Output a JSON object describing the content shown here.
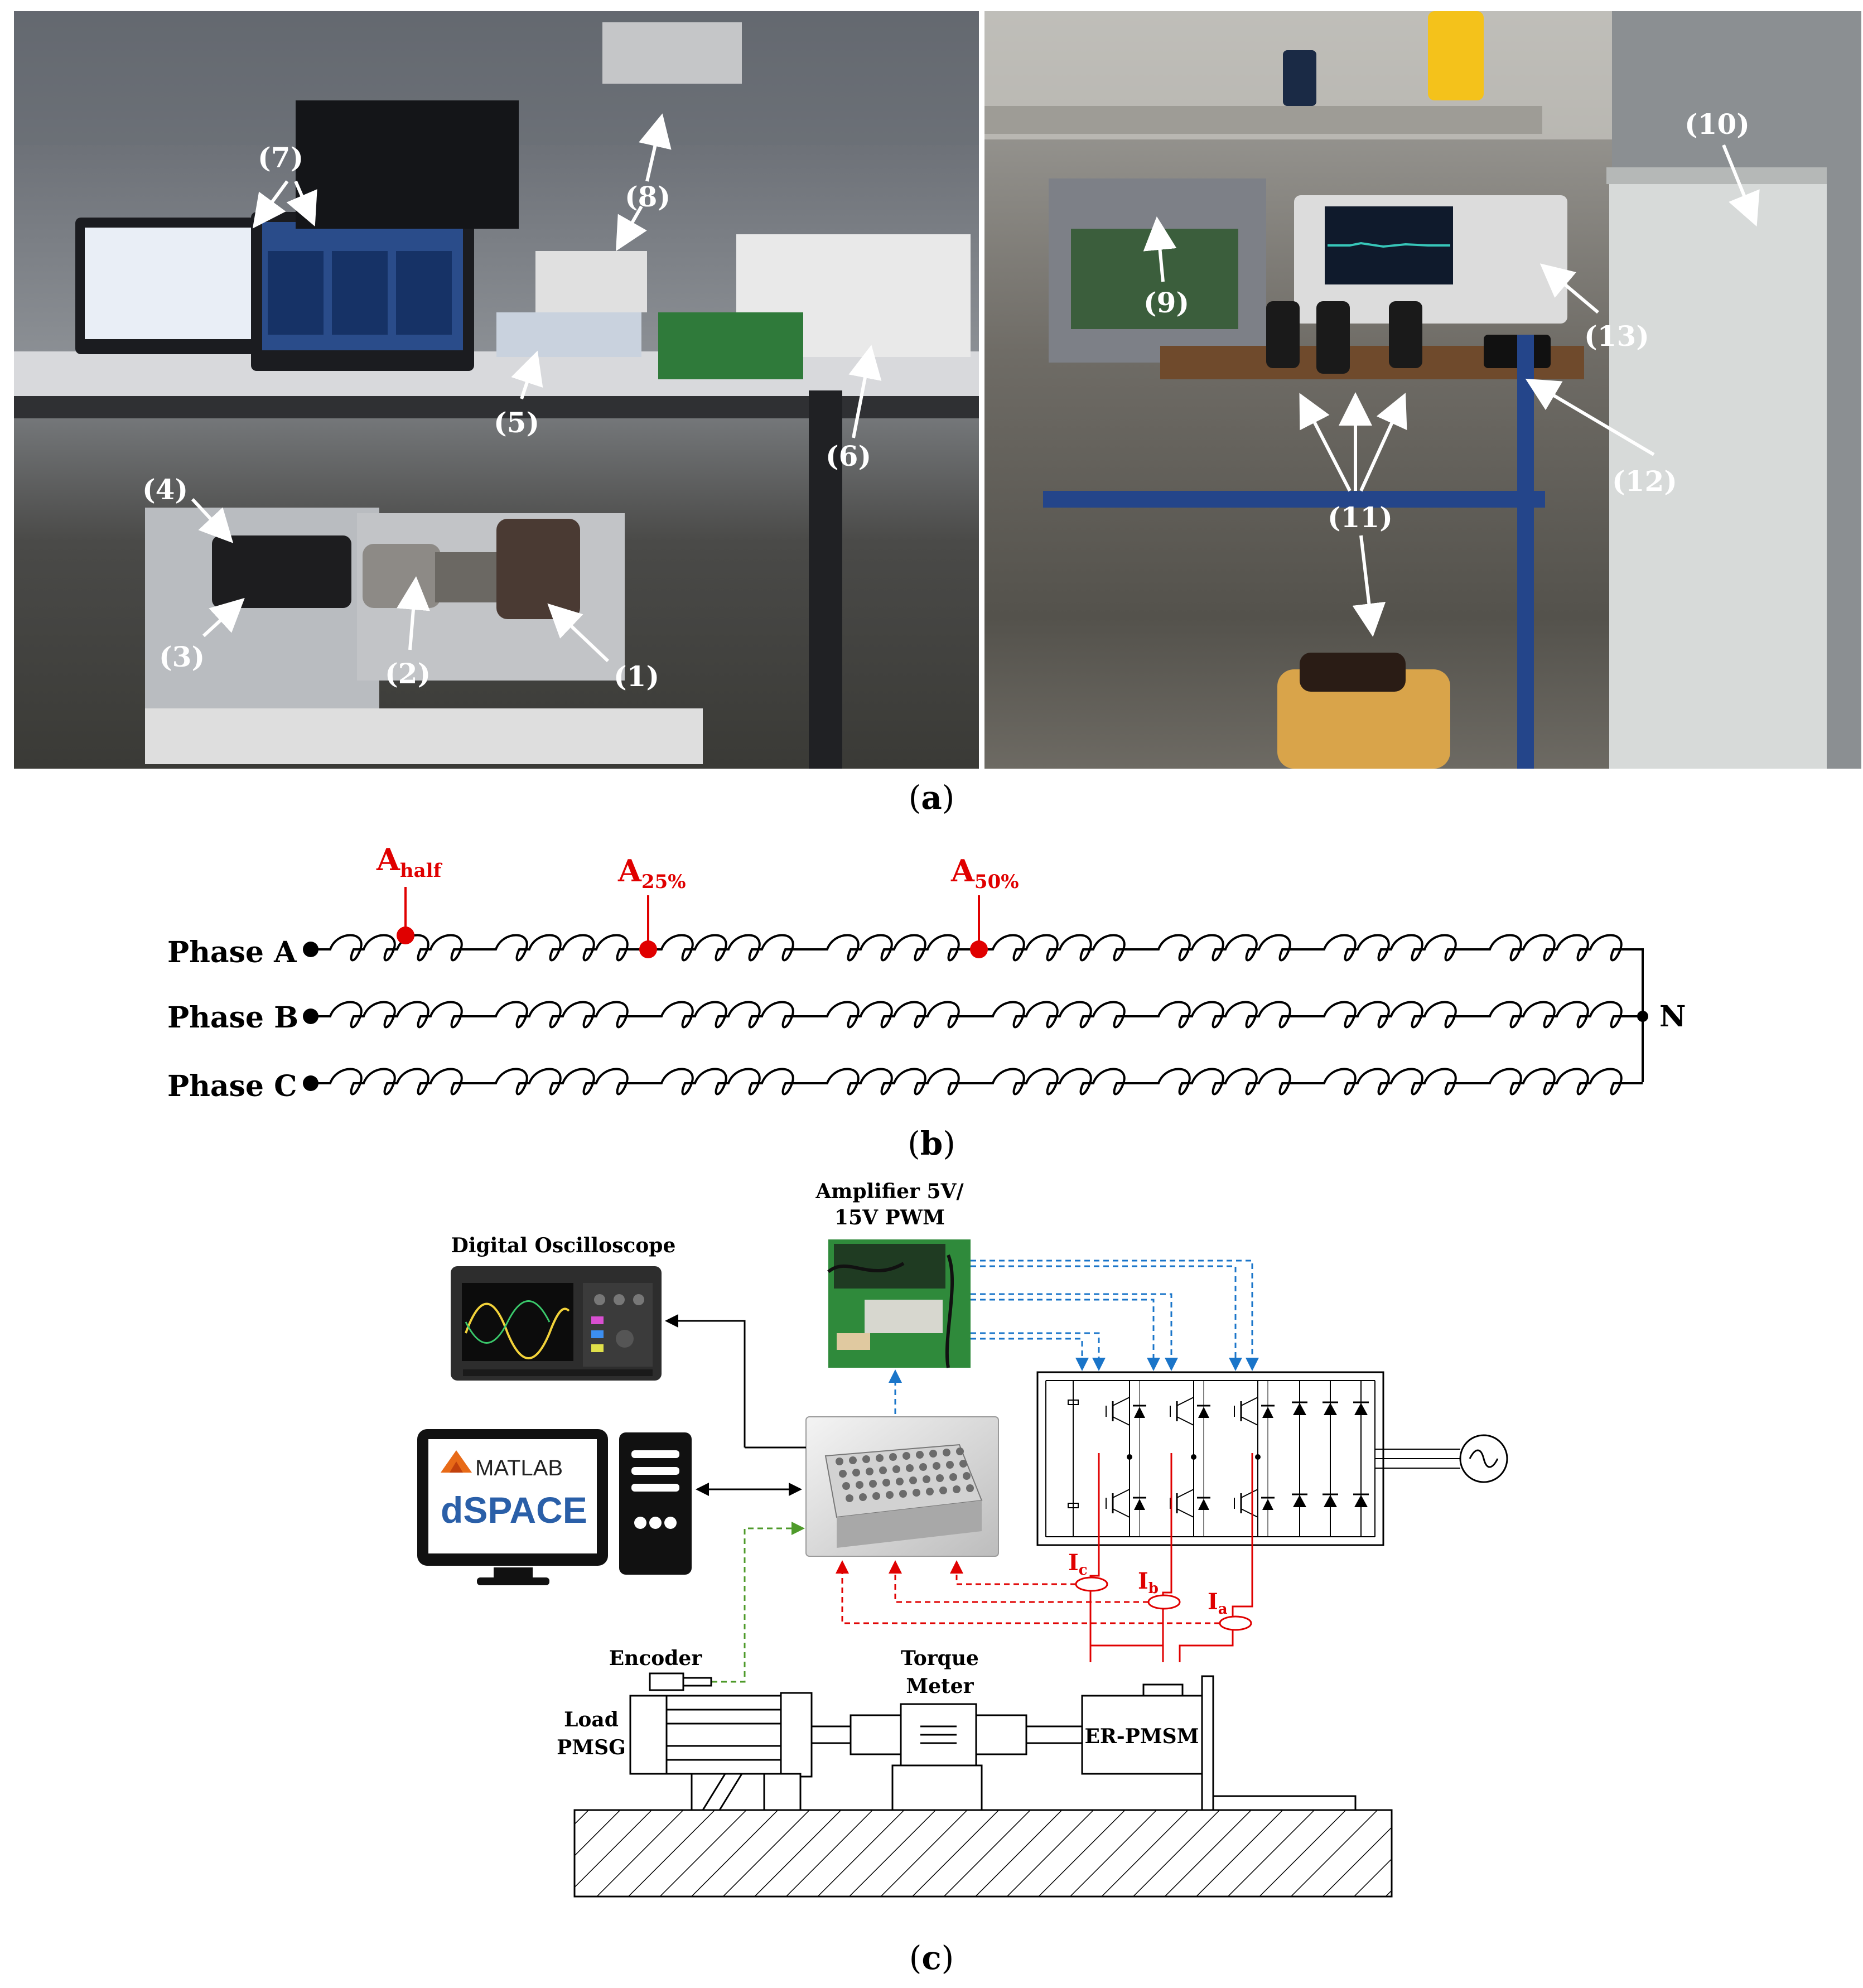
{
  "panel_a": {
    "caption_letter": "a",
    "labels": [
      "(1)",
      "(2)",
      "(3)",
      "(4)",
      "(5)",
      "(6)",
      "(7)",
      "(8)",
      "(9)",
      "(10)",
      "(11)",
      "(12)",
      "(13)"
    ]
  },
  "panel_b": {
    "caption_letter": "b",
    "phases": [
      "Phase  A",
      "Phase  B",
      "Phase  C"
    ],
    "neutral": "N",
    "taps": [
      {
        "base": "A",
        "sub": "half"
      },
      {
        "base": "A",
        "sub": "25%"
      },
      {
        "base": "A",
        "sub": "50%"
      }
    ],
    "colors": {
      "tap": "#e00000",
      "winding": "#000000"
    }
  },
  "panel_c": {
    "caption_letter": "c",
    "oscilloscope_title": "Digital Oscilloscope",
    "amplifier_title_line1": "Amplifier 5V/",
    "amplifier_title_line2": "15V PWM",
    "matlab_text": "MATLAB",
    "dspace_text": "dSPACE",
    "encoder": "Encoder",
    "torque_meter_line1": "Torque",
    "torque_meter_line2": "Meter",
    "load_line1": "Load",
    "load_line2": "PMSG",
    "er_pmsm": "ER-PMSM",
    "currents": [
      {
        "base": "I",
        "sub": "c"
      },
      {
        "base": "I",
        "sub": "b"
      },
      {
        "base": "I",
        "sub": "a"
      }
    ],
    "colors": {
      "pwm_signal": "#1a75c9",
      "current_signal": "#e00000",
      "encoder_signal": "#4e9a2a"
    }
  }
}
